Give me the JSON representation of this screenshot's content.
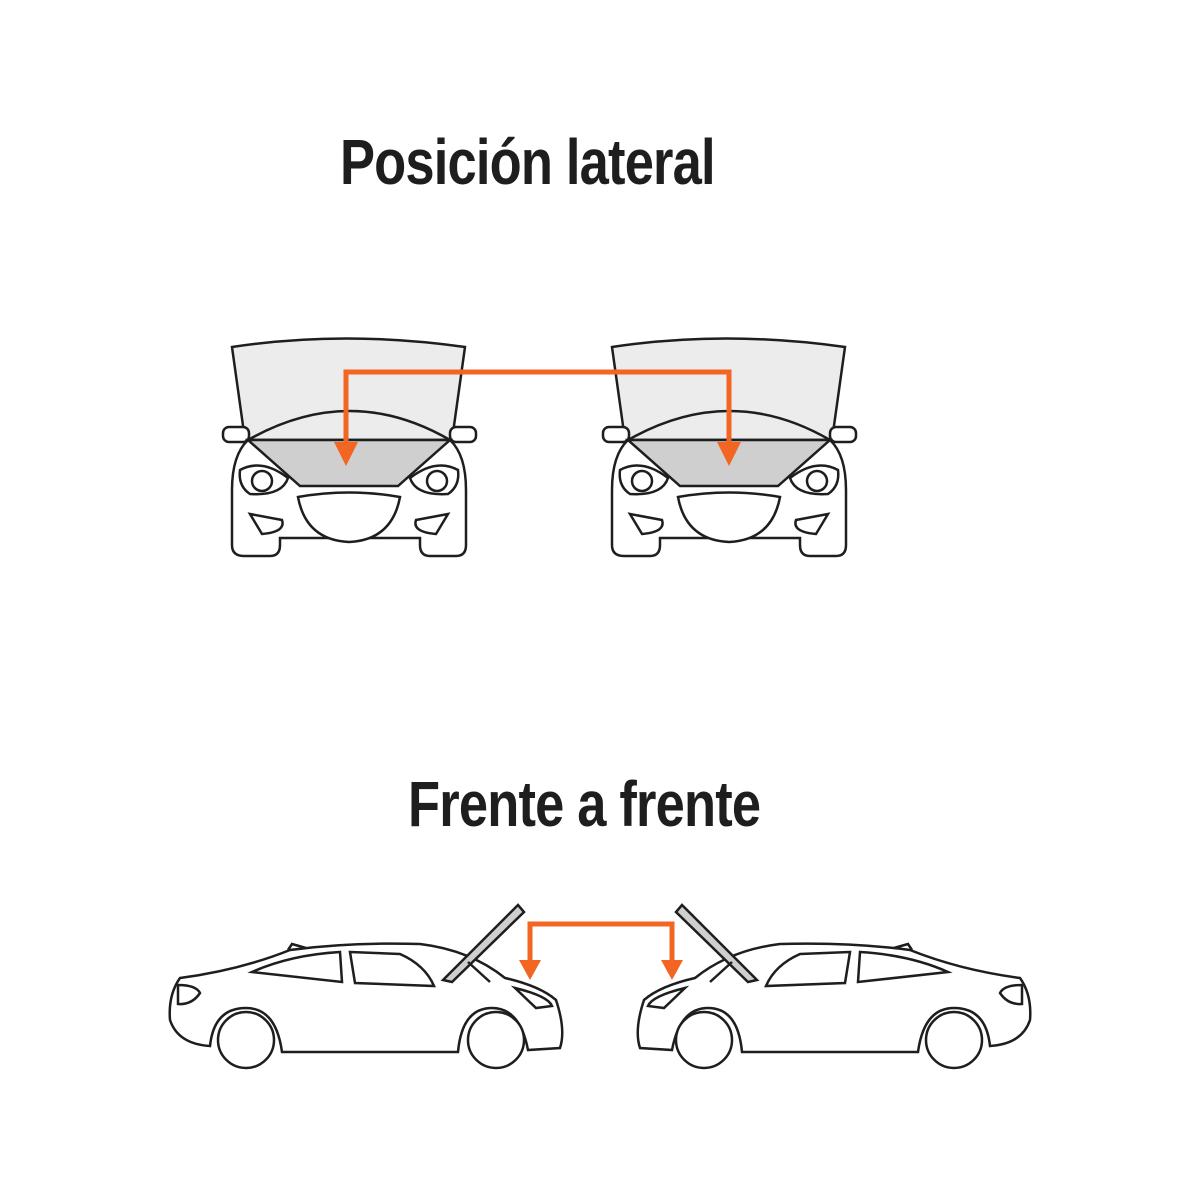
{
  "sections": [
    {
      "title": "Posición lateral",
      "layout": "side-by-side",
      "cars": [
        "front-view-left",
        "front-view-right"
      ]
    },
    {
      "title": "Frente a frente",
      "layout": "face-to-face",
      "cars": [
        "side-view-left",
        "side-view-right"
      ]
    }
  ],
  "colors": {
    "arrow": "#f26522",
    "outline": "#1e1e1e",
    "hood_fill": "#cfcfcf",
    "windshield_fill": "#ececec",
    "background": "#ffffff"
  }
}
